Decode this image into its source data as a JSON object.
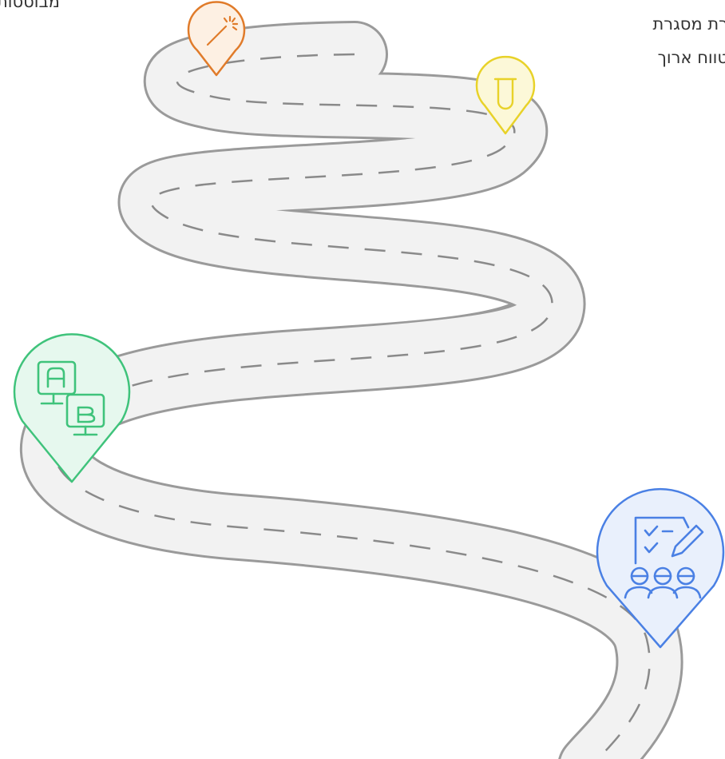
{
  "labels": {
    "top_left": "מבוססות",
    "top_right_line1": "רת מסגרת",
    "top_right_line2": "טווח ארוך"
  },
  "milestones": [
    {
      "name": "magic-wand",
      "color": "#e07b2a",
      "fill": "#fdf0e3"
    },
    {
      "name": "test-tube",
      "color": "#e8d229",
      "fill": "#fcf8d8"
    },
    {
      "name": "ab-testing",
      "color": "#3fc37b",
      "fill": "#e6f8ee"
    },
    {
      "name": "team-survey",
      "color": "#4a80e4",
      "fill": "#e9f0fc"
    }
  ],
  "colors": {
    "road_fill": "#f2f2f2",
    "road_edge": "#9a9a9a",
    "road_dash": "#8a8a8a",
    "text": "#333333"
  }
}
